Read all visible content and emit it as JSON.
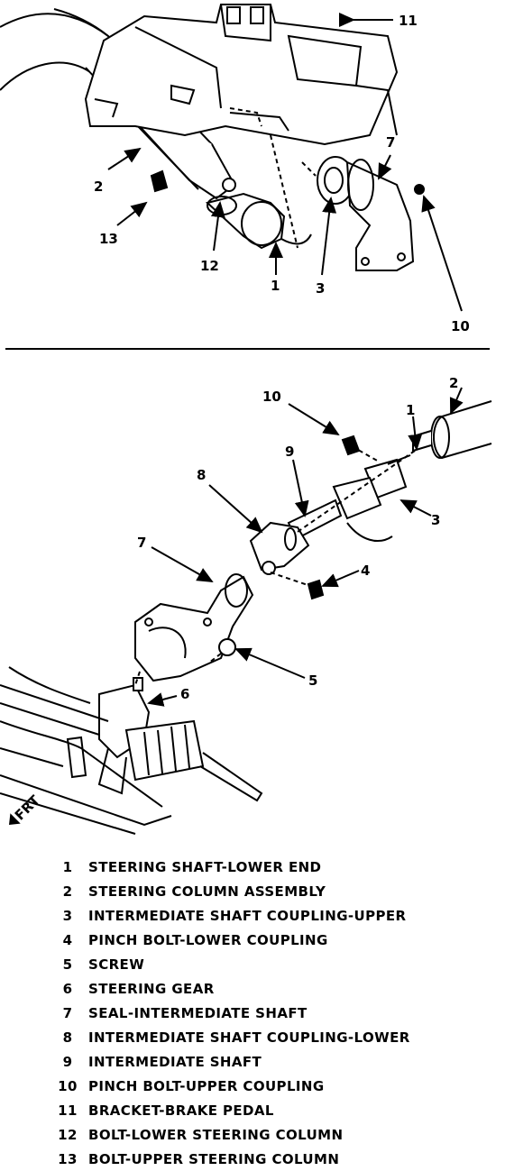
{
  "top_view": {
    "callouts": {
      "n11": "11",
      "n7": "7",
      "n2": "2",
      "n13": "13",
      "n12": "12",
      "n1": "1",
      "n3": "3",
      "n10": "10"
    }
  },
  "bottom_view": {
    "callouts": {
      "n10": "10",
      "n2": "2",
      "n1": "1",
      "n9": "9",
      "n8": "8",
      "n3": "3",
      "n7": "7",
      "n4": "4",
      "n5": "5",
      "n6": "6"
    },
    "front_indicator": "FRT"
  },
  "legend": [
    {
      "num": "1",
      "text": "STEERING SHAFT-LOWER END"
    },
    {
      "num": "2",
      "text": "STEERING COLUMN ASSEMBLY"
    },
    {
      "num": "3",
      "text": "INTERMEDIATE SHAFT COUPLING-UPPER"
    },
    {
      "num": "4",
      "text": "PINCH BOLT-LOWER COUPLING"
    },
    {
      "num": "5",
      "text": "SCREW"
    },
    {
      "num": "6",
      "text": "STEERING GEAR"
    },
    {
      "num": "7",
      "text": "SEAL-INTERMEDIATE SHAFT"
    },
    {
      "num": "8",
      "text": "INTERMEDIATE SHAFT COUPLING-LOWER"
    },
    {
      "num": "9",
      "text": "INTERMEDIATE SHAFT"
    },
    {
      "num": "10",
      "text": "PINCH BOLT-UPPER COUPLING"
    },
    {
      "num": "11",
      "text": "BRACKET-BRAKE PEDAL"
    },
    {
      "num": "12",
      "text": "BOLT-LOWER STEERING COLUMN"
    },
    {
      "num": "13",
      "text": "BOLT-UPPER STEERING COLUMN"
    }
  ]
}
